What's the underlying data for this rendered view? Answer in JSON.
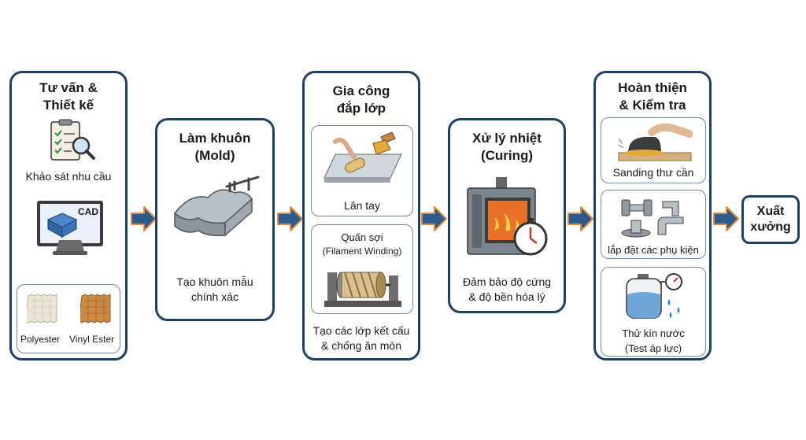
{
  "stages": [
    {
      "title": "Tư vấn &\nThiết kế",
      "survey_caption": "Khảo sát nhu cầu",
      "cad_label": "CAD",
      "materials": [
        "Polyester",
        "Vinyl Ester"
      ]
    },
    {
      "title": "Làm khuôn\n(Mold)",
      "caption": "Tạo khuôn mẫu\nchính xác"
    },
    {
      "title": "Gia công\nđắp lớp",
      "hand_caption": "Lăn tay",
      "winding_title": "Quấn sợi",
      "winding_subtitle": "(Filament Winding)",
      "caption": "Tạo các lớp kết cấu\n& chống ăn mòn"
    },
    {
      "title": "Xử lý nhiệt\n(Curing)",
      "caption": "Đảm bảo độ cứng\n& độ bền hóa lý"
    },
    {
      "title": "Hoàn thiện\n& Kiểm tra",
      "sanding_caption": "Sanding thư cần",
      "fittings_caption": "lắp đặt các phụ kiện",
      "test_caption": "Thử kín nước\n(Test áp lực)"
    }
  ],
  "final": {
    "title": "Xuất\nxưởng"
  },
  "colors": {
    "border": "#1f3f66",
    "arrow_fill": "#2c5a8a",
    "arrow_glow": "#e8883a"
  }
}
